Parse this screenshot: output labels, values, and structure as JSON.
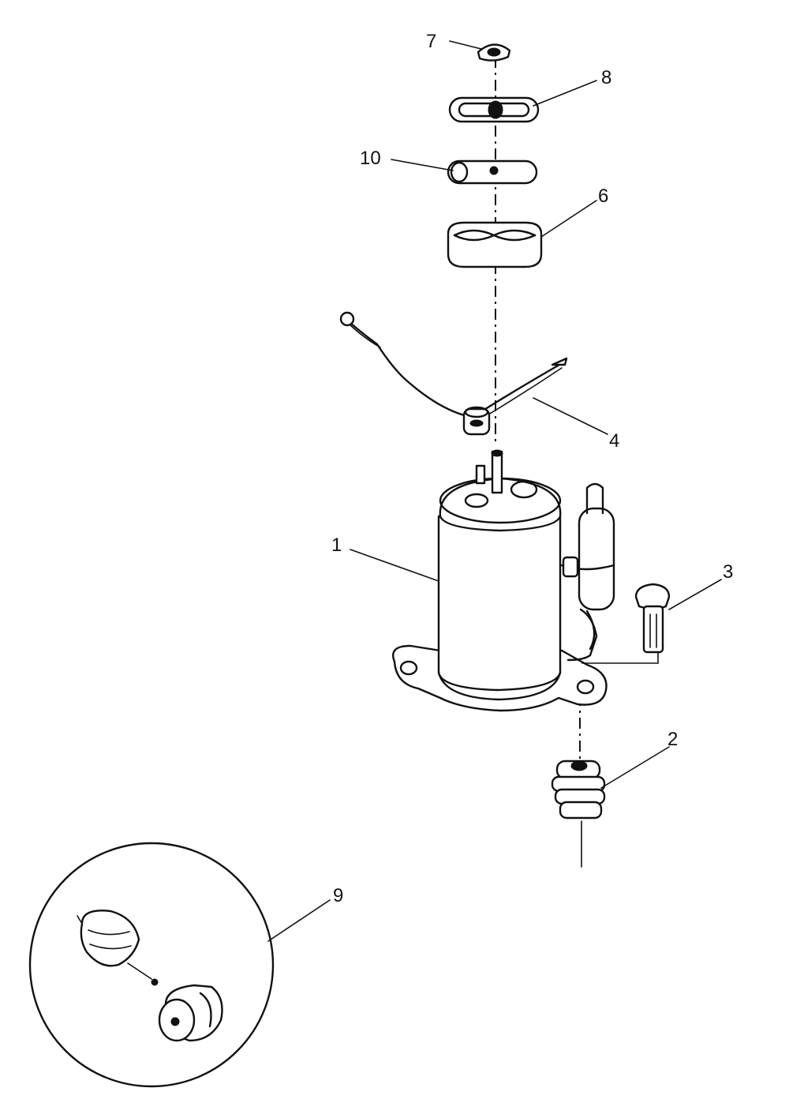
{
  "diagram": {
    "callouts": [
      {
        "id": "1",
        "label": "1"
      },
      {
        "id": "2",
        "label": "2"
      },
      {
        "id": "3",
        "label": "3"
      },
      {
        "id": "4",
        "label": "4"
      },
      {
        "id": "6",
        "label": "6"
      },
      {
        "id": "7",
        "label": "7"
      },
      {
        "id": "8",
        "label": "8"
      },
      {
        "id": "9",
        "label": "9"
      },
      {
        "id": "10",
        "label": "10"
      }
    ],
    "colors": {
      "ink": "#111111",
      "paper": "#ffffff"
    }
  }
}
